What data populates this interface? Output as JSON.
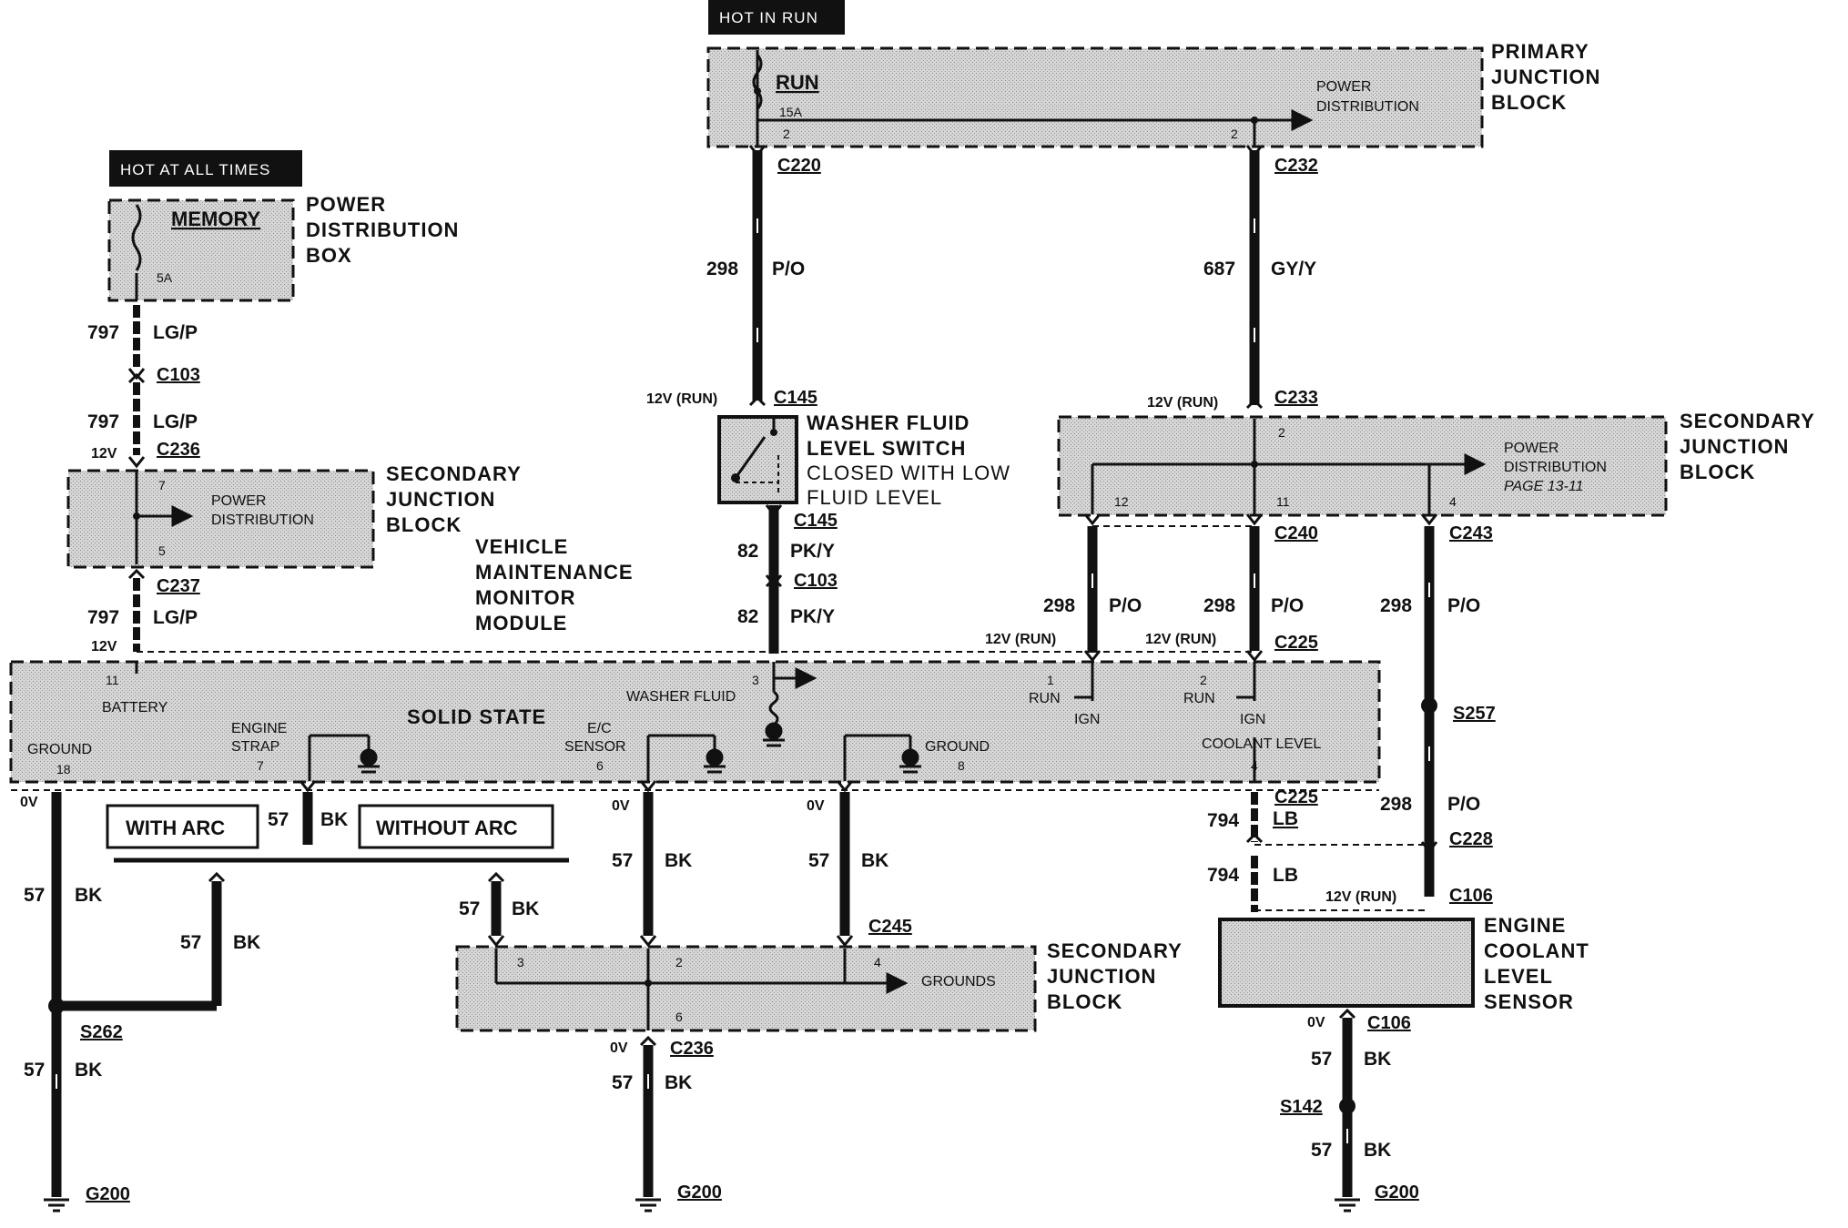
{
  "hot_labels": {
    "hot_in_run": "HOT IN RUN",
    "hot_at_all_times": "HOT AT ALL TIMES"
  },
  "fuses": {
    "run": {
      "name": "RUN",
      "rating": "15A"
    },
    "memory": {
      "name": "MEMORY",
      "rating": "5A"
    }
  },
  "blocks": {
    "primary_junction": {
      "l1": "PRIMARY",
      "l2": "JUNCTION",
      "l3": "BLOCK",
      "inner1": "POWER",
      "inner2": "DISTRIBUTION"
    },
    "power_distribution_box": {
      "l1": "POWER",
      "l2": "DISTRIBUTION",
      "l3": "BOX"
    },
    "sjb_left": {
      "l1": "SECONDARY",
      "l2": "JUNCTION",
      "l3": "BLOCK",
      "inner1": "POWER",
      "inner2": "DISTRIBUTION"
    },
    "sjb_right": {
      "l1": "SECONDARY",
      "l2": "JUNCTION",
      "l3": "BLOCK",
      "inner1": "POWER",
      "inner2": "DISTRIBUTION",
      "inner3": "PAGE 13-11"
    },
    "sjb_bottom": {
      "l1": "SECONDARY",
      "l2": "JUNCTION",
      "l3": "BLOCK",
      "inner1": "GROUNDS"
    },
    "vmm": {
      "l1": "VEHICLE",
      "l2": "MAINTENANCE",
      "l3": "MONITOR",
      "l4": "MODULE"
    },
    "washer_switch": {
      "l1": "WASHER FLUID",
      "l2": "LEVEL SWITCH",
      "l3": "CLOSED WITH LOW",
      "l4": "FLUID LEVEL"
    },
    "ecl_sensor": {
      "l1": "ENGINE",
      "l2": "COOLANT",
      "l3": "LEVEL",
      "l4": "SENSOR"
    }
  },
  "module": {
    "solid_state": "SOLID STATE",
    "battery": "BATTERY",
    "ground_left": "GROUND",
    "engine": "ENGINE",
    "strap": "STRAP",
    "ec": "E/C",
    "sensor": "SENSOR",
    "washer_fluid": "WASHER FLUID",
    "ground_right": "GROUND",
    "run": "RUN",
    "ign": "IGN",
    "coolant_level": "COOLANT LEVEL"
  },
  "connectors": {
    "c220": "C220",
    "c232": "C232",
    "c145": "C145",
    "c145b": "C145",
    "c233": "C233",
    "c103": "C103",
    "c103b": "C103",
    "c236": "C236",
    "c237": "C237",
    "c240": "C240",
    "c243": "C243",
    "c225": "C225",
    "c225b": "C225",
    "c228": "C228",
    "c106": "C106",
    "c106b": "C106",
    "c245": "C245",
    "c236b": "C236"
  },
  "splices": {
    "s257": "S257",
    "s262": "S262",
    "s142": "S142"
  },
  "grounds": {
    "g1": "G200",
    "g2": "G200",
    "g3": "G200"
  },
  "wires": {
    "w298_top": {
      "num": "298",
      "color": "P/O"
    },
    "w687": {
      "num": "687",
      "color": "GY/Y"
    },
    "w797a": {
      "num": "797",
      "color": "LG/P"
    },
    "w797b": {
      "num": "797",
      "color": "LG/P"
    },
    "w797c": {
      "num": "797",
      "color": "LG/P"
    },
    "w82a": {
      "num": "82",
      "color": "PK/Y"
    },
    "w82b": {
      "num": "82",
      "color": "PK/Y"
    },
    "w298_l": {
      "num": "298",
      "color": "P/O"
    },
    "w298_m": {
      "num": "298",
      "color": "P/O"
    },
    "w298_r": {
      "num": "298",
      "color": "P/O"
    },
    "w298_r2": {
      "num": "298",
      "color": "P/O"
    },
    "w794a": {
      "num": "794",
      "color": "LB"
    },
    "w794b": {
      "num": "794",
      "color": "LB"
    },
    "w57_left": {
      "num": "57",
      "color": "BK"
    },
    "w57_strap": {
      "num": "57",
      "color": "BK"
    },
    "w57_with": {
      "num": "57",
      "color": "BK"
    },
    "w57_without": {
      "num": "57",
      "color": "BK"
    },
    "w57_ec": {
      "num": "57",
      "color": "BK"
    },
    "w57_gnd": {
      "num": "57",
      "color": "BK"
    },
    "w57_s262": {
      "num": "57",
      "color": "BK"
    },
    "w57_c236": {
      "num": "57",
      "color": "BK"
    },
    "w57_ecl1": {
      "num": "57",
      "color": "BK"
    },
    "w57_ecl2": {
      "num": "57",
      "color": "BK"
    }
  },
  "options": {
    "with_arc": "WITH ARC",
    "without_arc": "WITHOUT ARC"
  },
  "voltages": {
    "v12run": "12V (RUN)",
    "v12": "12V",
    "v0": "0V"
  },
  "pins": {
    "p2": "2",
    "p7": "7",
    "p5": "5",
    "p12": "12",
    "p11": "11",
    "p4": "4",
    "p3": "3",
    "p6": "6",
    "p1": "1",
    "p18": "18",
    "p8": "8"
  }
}
